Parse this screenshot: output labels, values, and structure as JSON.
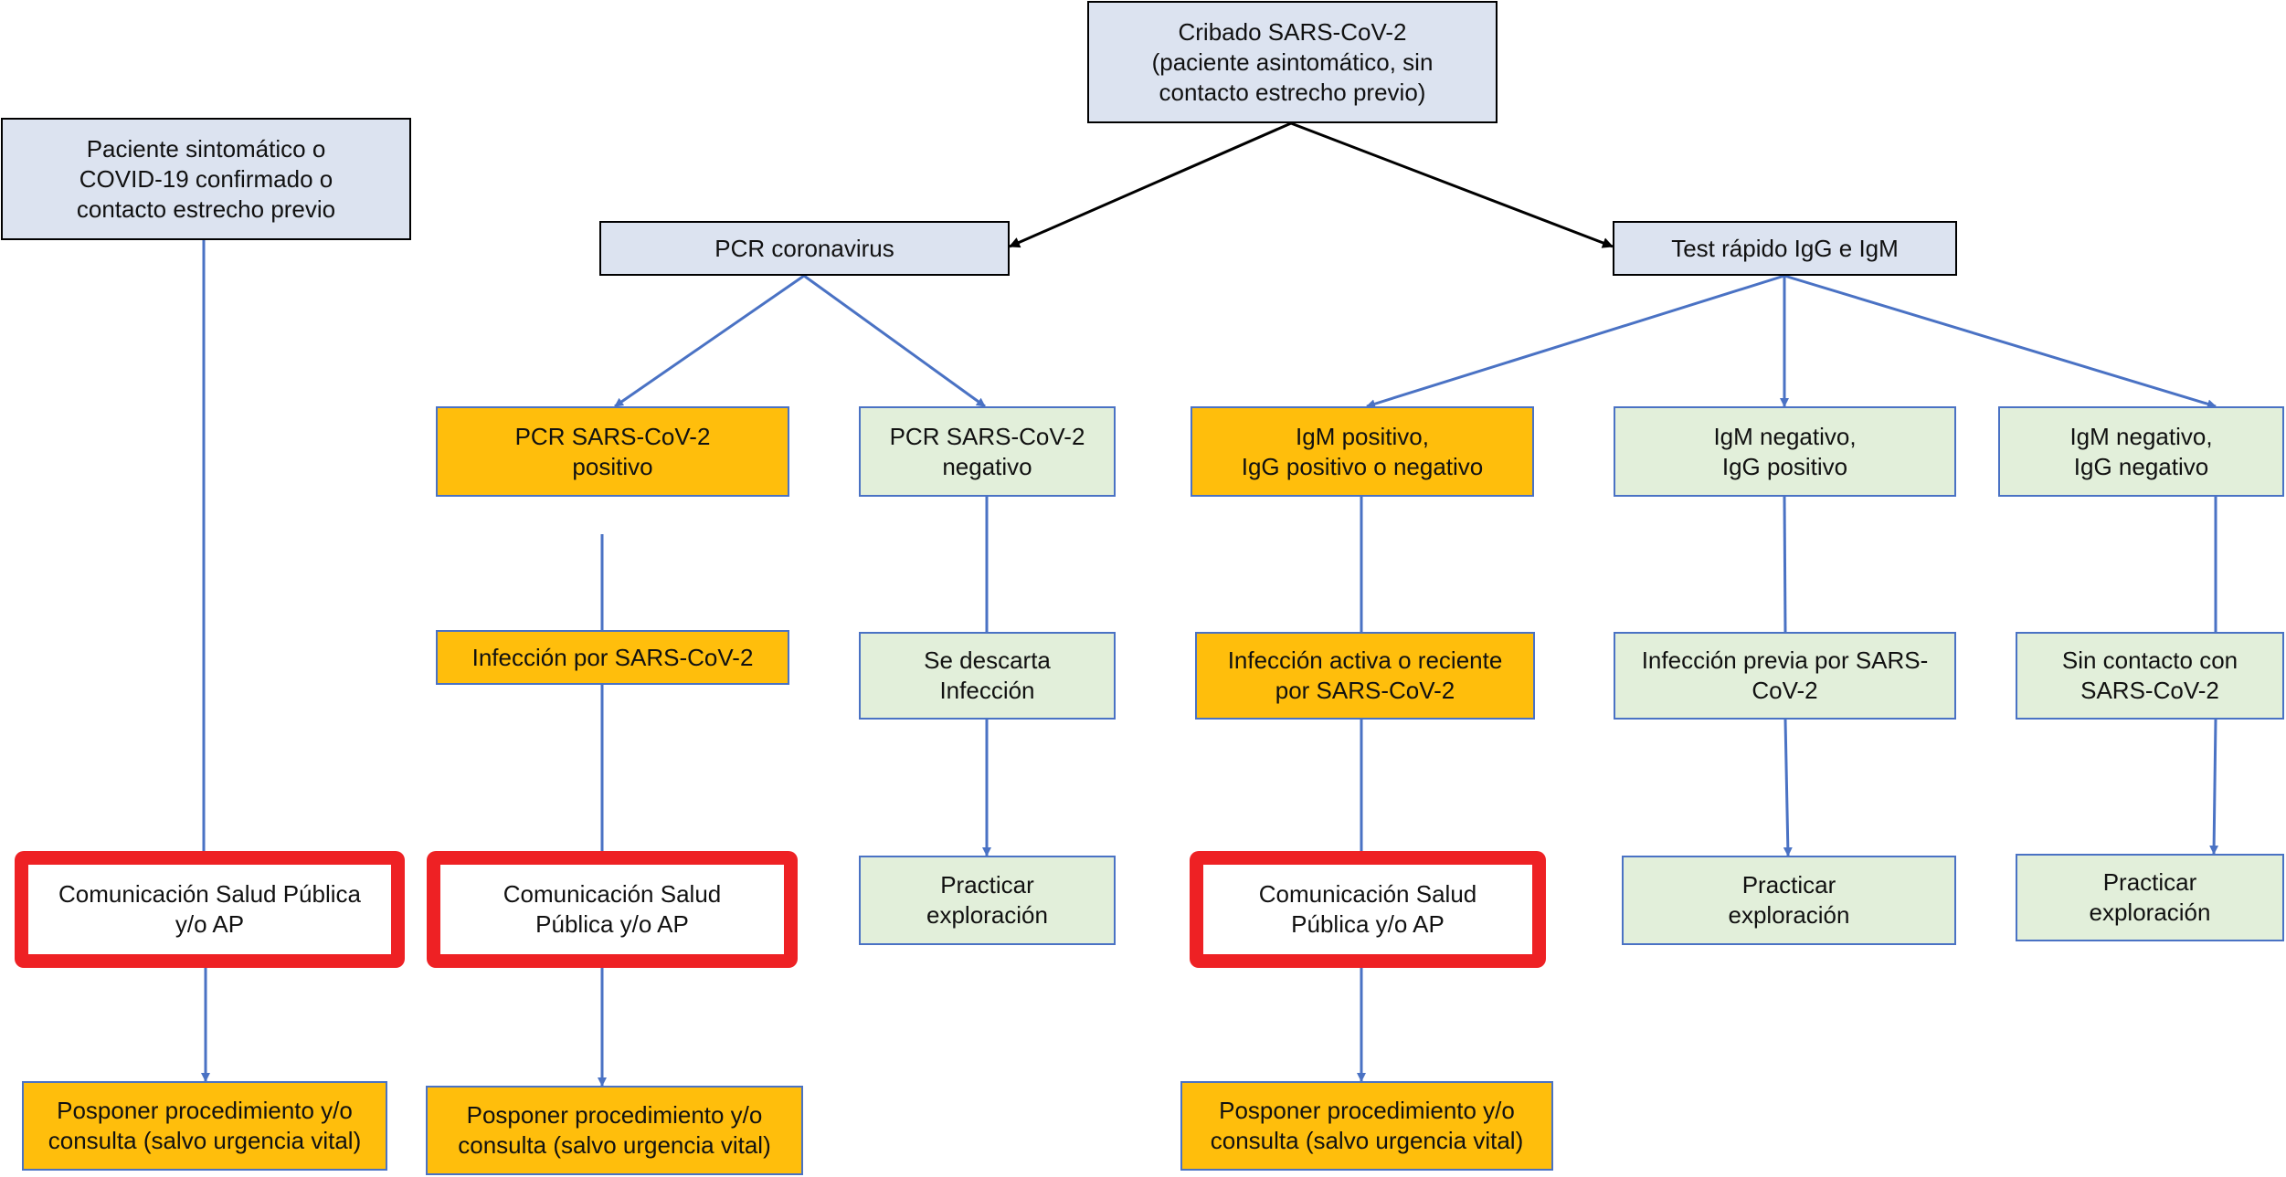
{
  "colors": {
    "top_box": "#DCE3F0",
    "positive": "#FFBE0C",
    "negative": "#E2EFDA",
    "communication_frame": "#EE2124",
    "connector": "#4A72C4",
    "top_connector": "#000000"
  },
  "nodes": {
    "screening": "Cribado SARS-CoV-2\n(paciente asintomático, sin\ncontacto estrecho previo)",
    "symptomatic": "Paciente sintomático o\nCOVID-19 confirmado o\ncontacto estrecho previo",
    "pcr": "PCR coronavirus",
    "rapid_test": "Test rápido IgG e IgM",
    "pcr_positive": "PCR SARS-CoV-2\npositivo",
    "pcr_negative": "PCR SARS-CoV-2\nnegativo",
    "igm_pos": "IgM positivo,\nIgG positivo o negativo",
    "igm_neg_igg_pos": "IgM negativo,\nIgG positivo",
    "igm_neg_igg_neg": "IgM negativo,\nIgG negativo",
    "infection_pcr": "Infección por SARS-CoV-2",
    "discard_infection": "Se descarta\nInfección",
    "active_infection": "Infección activa o reciente\npor SARS-CoV-2",
    "previous_infection": "Infección previa por SARS-\nCoV-2",
    "no_contact": "Sin contacto con\nSARS-CoV-2",
    "comm_symptomatic": "Comunicación Salud Pública\ny/o AP",
    "comm_pcr": "Comunicación Salud\nPública y/o AP",
    "comm_active": "Comunicación Salud\nPública y/o AP",
    "explore_pcr_neg": "Practicar\nexploración",
    "explore_prev": "Practicar\nexploración",
    "explore_no_contact": "Practicar\nexploración",
    "postpone_symptomatic": "Posponer procedimiento y/o\nconsulta (salvo urgencia vital)",
    "postpone_pcr": "Posponer procedimiento y/o\nconsulta (salvo urgencia vital)",
    "postpone_active": "Posponer procedimiento y/o\nconsulta (salvo urgencia vital)"
  }
}
